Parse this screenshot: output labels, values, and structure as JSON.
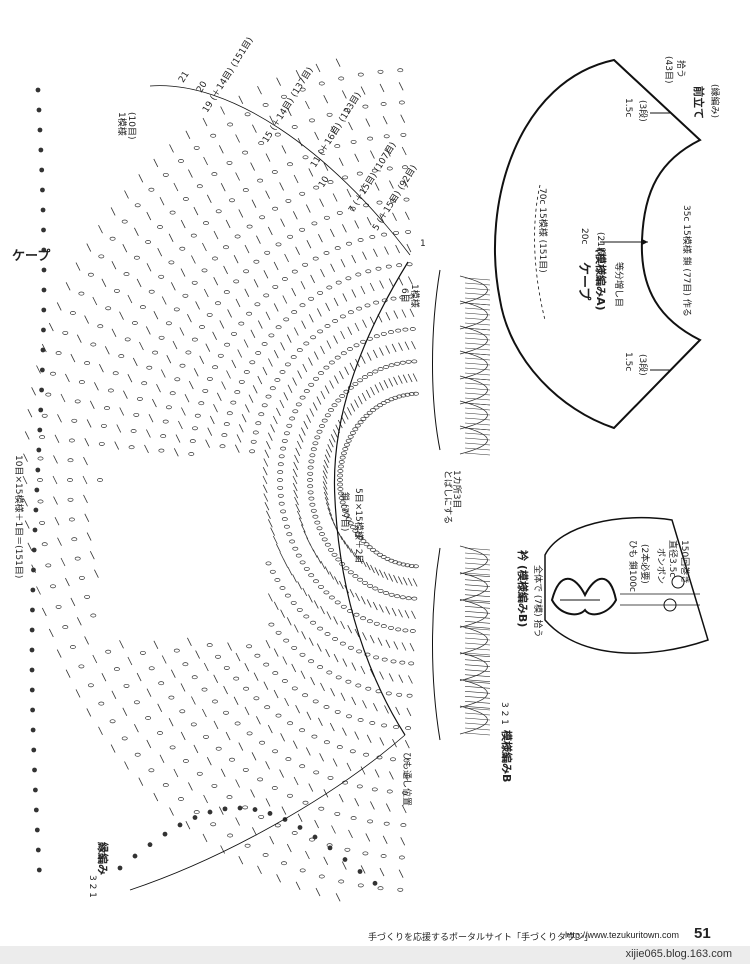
{
  "title": "ケープ",
  "edging_label": "縁編み",
  "motif_row_labels": [
    "1模様",
    "(10目)",
    "6目",
    "1模様"
  ],
  "row_numbers": {
    "r21": "21",
    "r20": "20",
    "r19": "19 (＋14目) (151目)",
    "r15": "15 (＋14目) (137目)",
    "r11": "11 (＋16目) (123目)",
    "r10": "10",
    "r7": "7 (＋15目) (107目)",
    "r5": "5 (＋15目) (92目)",
    "r1": "1",
    "edge_rows": "3 2 1"
  },
  "cape_width_label": "10目×15模様＋1目＝(151目)",
  "chain_label": "鎖 (77目)",
  "chain_label2": "5目×15模様＋2目",
  "tie_position": "ひも通し位置",
  "collar_note": "1カ所3目\nとばしにする",
  "collar": {
    "title": "衿 (模様編みB)",
    "pickup": "全体で (7模) 拾う",
    "rows": "3 2 1",
    "pattern_b": "模様編みB"
  },
  "schematic_cape": {
    "title": "ケープ",
    "subtitle": "(模様編みA)",
    "note": "等分増し目",
    "top": "70c 15模様 (151目)",
    "middle": "20c",
    "middle_rows": "(21段)",
    "bottom": "35c 15模様 鎖 (77目) 作る",
    "side_top": "1.5c",
    "side_top_rows": "(3段)",
    "side_bottom": "1.5c",
    "side_bottom_rows": "(3段)",
    "front_band": "前立て",
    "front_band_sub": "(縁編み)",
    "front_pickup": "(43目)",
    "front_pickup2": "拾う"
  },
  "schematic_tie": {
    "cord": "ひも 鎖100c",
    "cord_count": "(2本必要)",
    "pompom": "ポンポン",
    "pompom_size": "直径3.5c",
    "pompom_winds": "150回巻き"
  },
  "footer": {
    "text": "手づくりを応援するポータルサイト「手づくりタウン」",
    "url": "http://www.tezukuritown.com",
    "page_number": "51"
  },
  "watermark": "xijie065.blog.163.com"
}
